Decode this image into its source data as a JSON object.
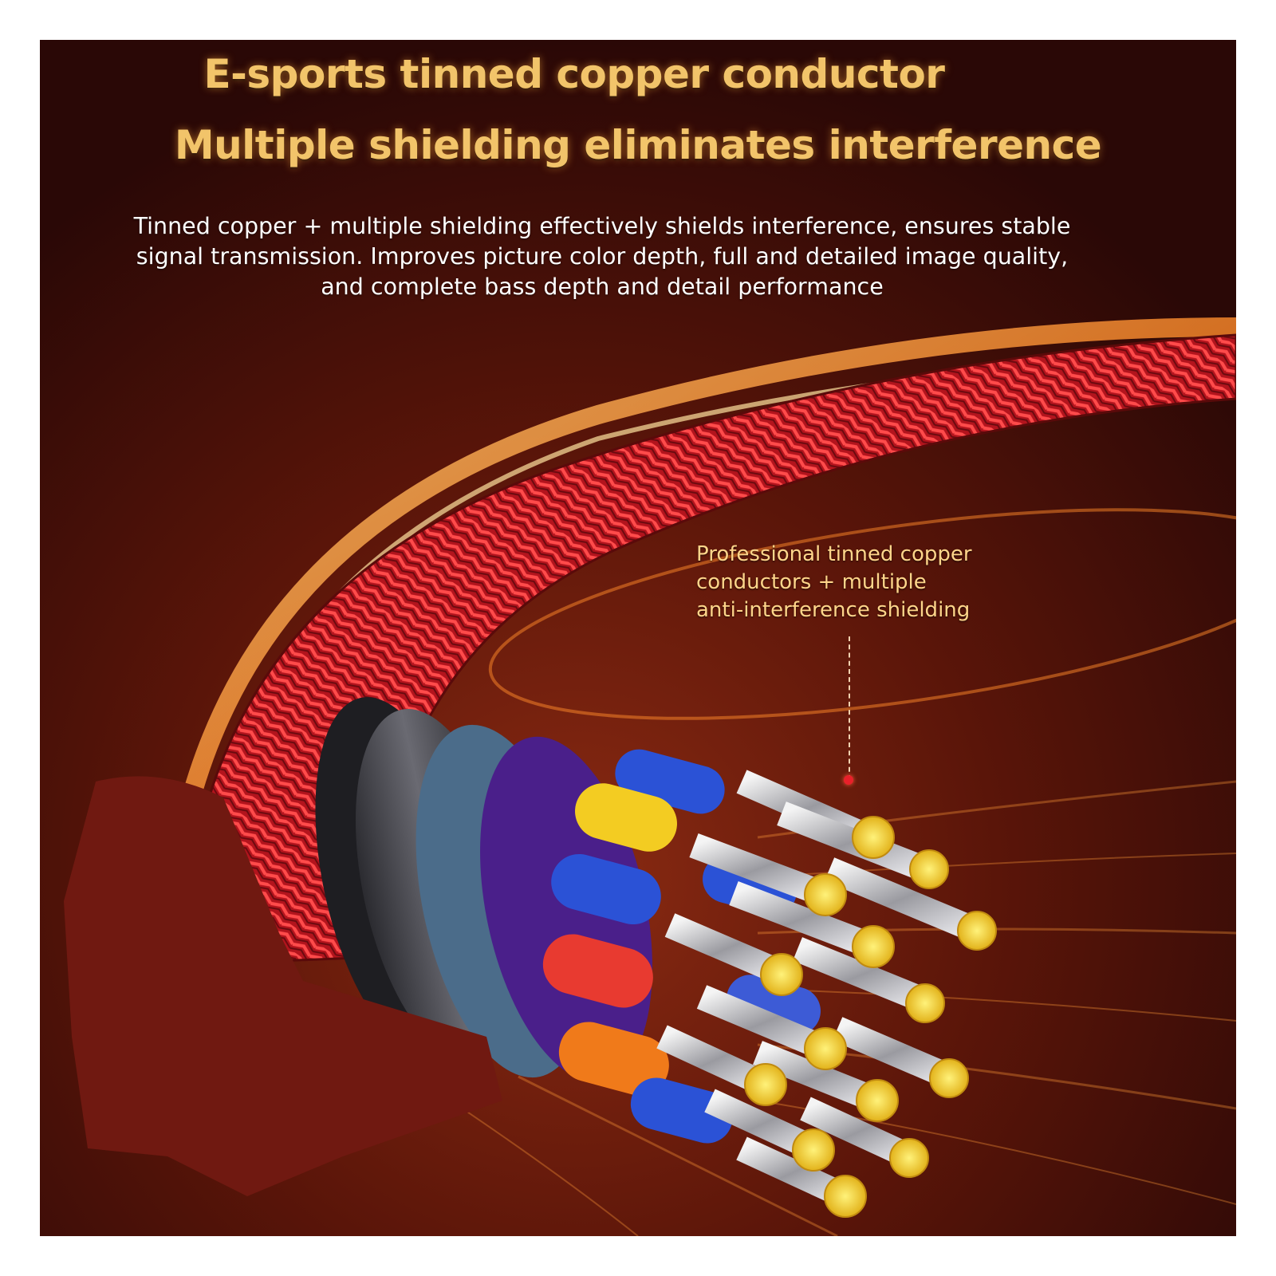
{
  "headline": {
    "line1": "E-sports tinned copper conductor",
    "line2": "Multiple shielding eliminates interference"
  },
  "description": {
    "line1": "Tinned copper + multiple shielding effectively shields interference, ensures stable",
    "line2": "signal transmission. Improves picture color depth, full and detailed image quality,",
    "line3": "and complete bass depth and detail performance"
  },
  "callout": {
    "line1": "Professional tinned copper",
    "line2": "conductors + multiple",
    "line3": "anti-interference shielding"
  },
  "colors": {
    "headline": "#f2c46a",
    "callout": "#ffd58a",
    "braid": "#c8202a",
    "glow": "#ff8a2a",
    "copper_core": "#f5e04a"
  },
  "illustration": {
    "subject": "braided-cable-cross-section-icon",
    "inner_cores": [
      "blue",
      "yellow",
      "blue",
      "blue",
      "red",
      "orange",
      "blue",
      "blue"
    ]
  }
}
